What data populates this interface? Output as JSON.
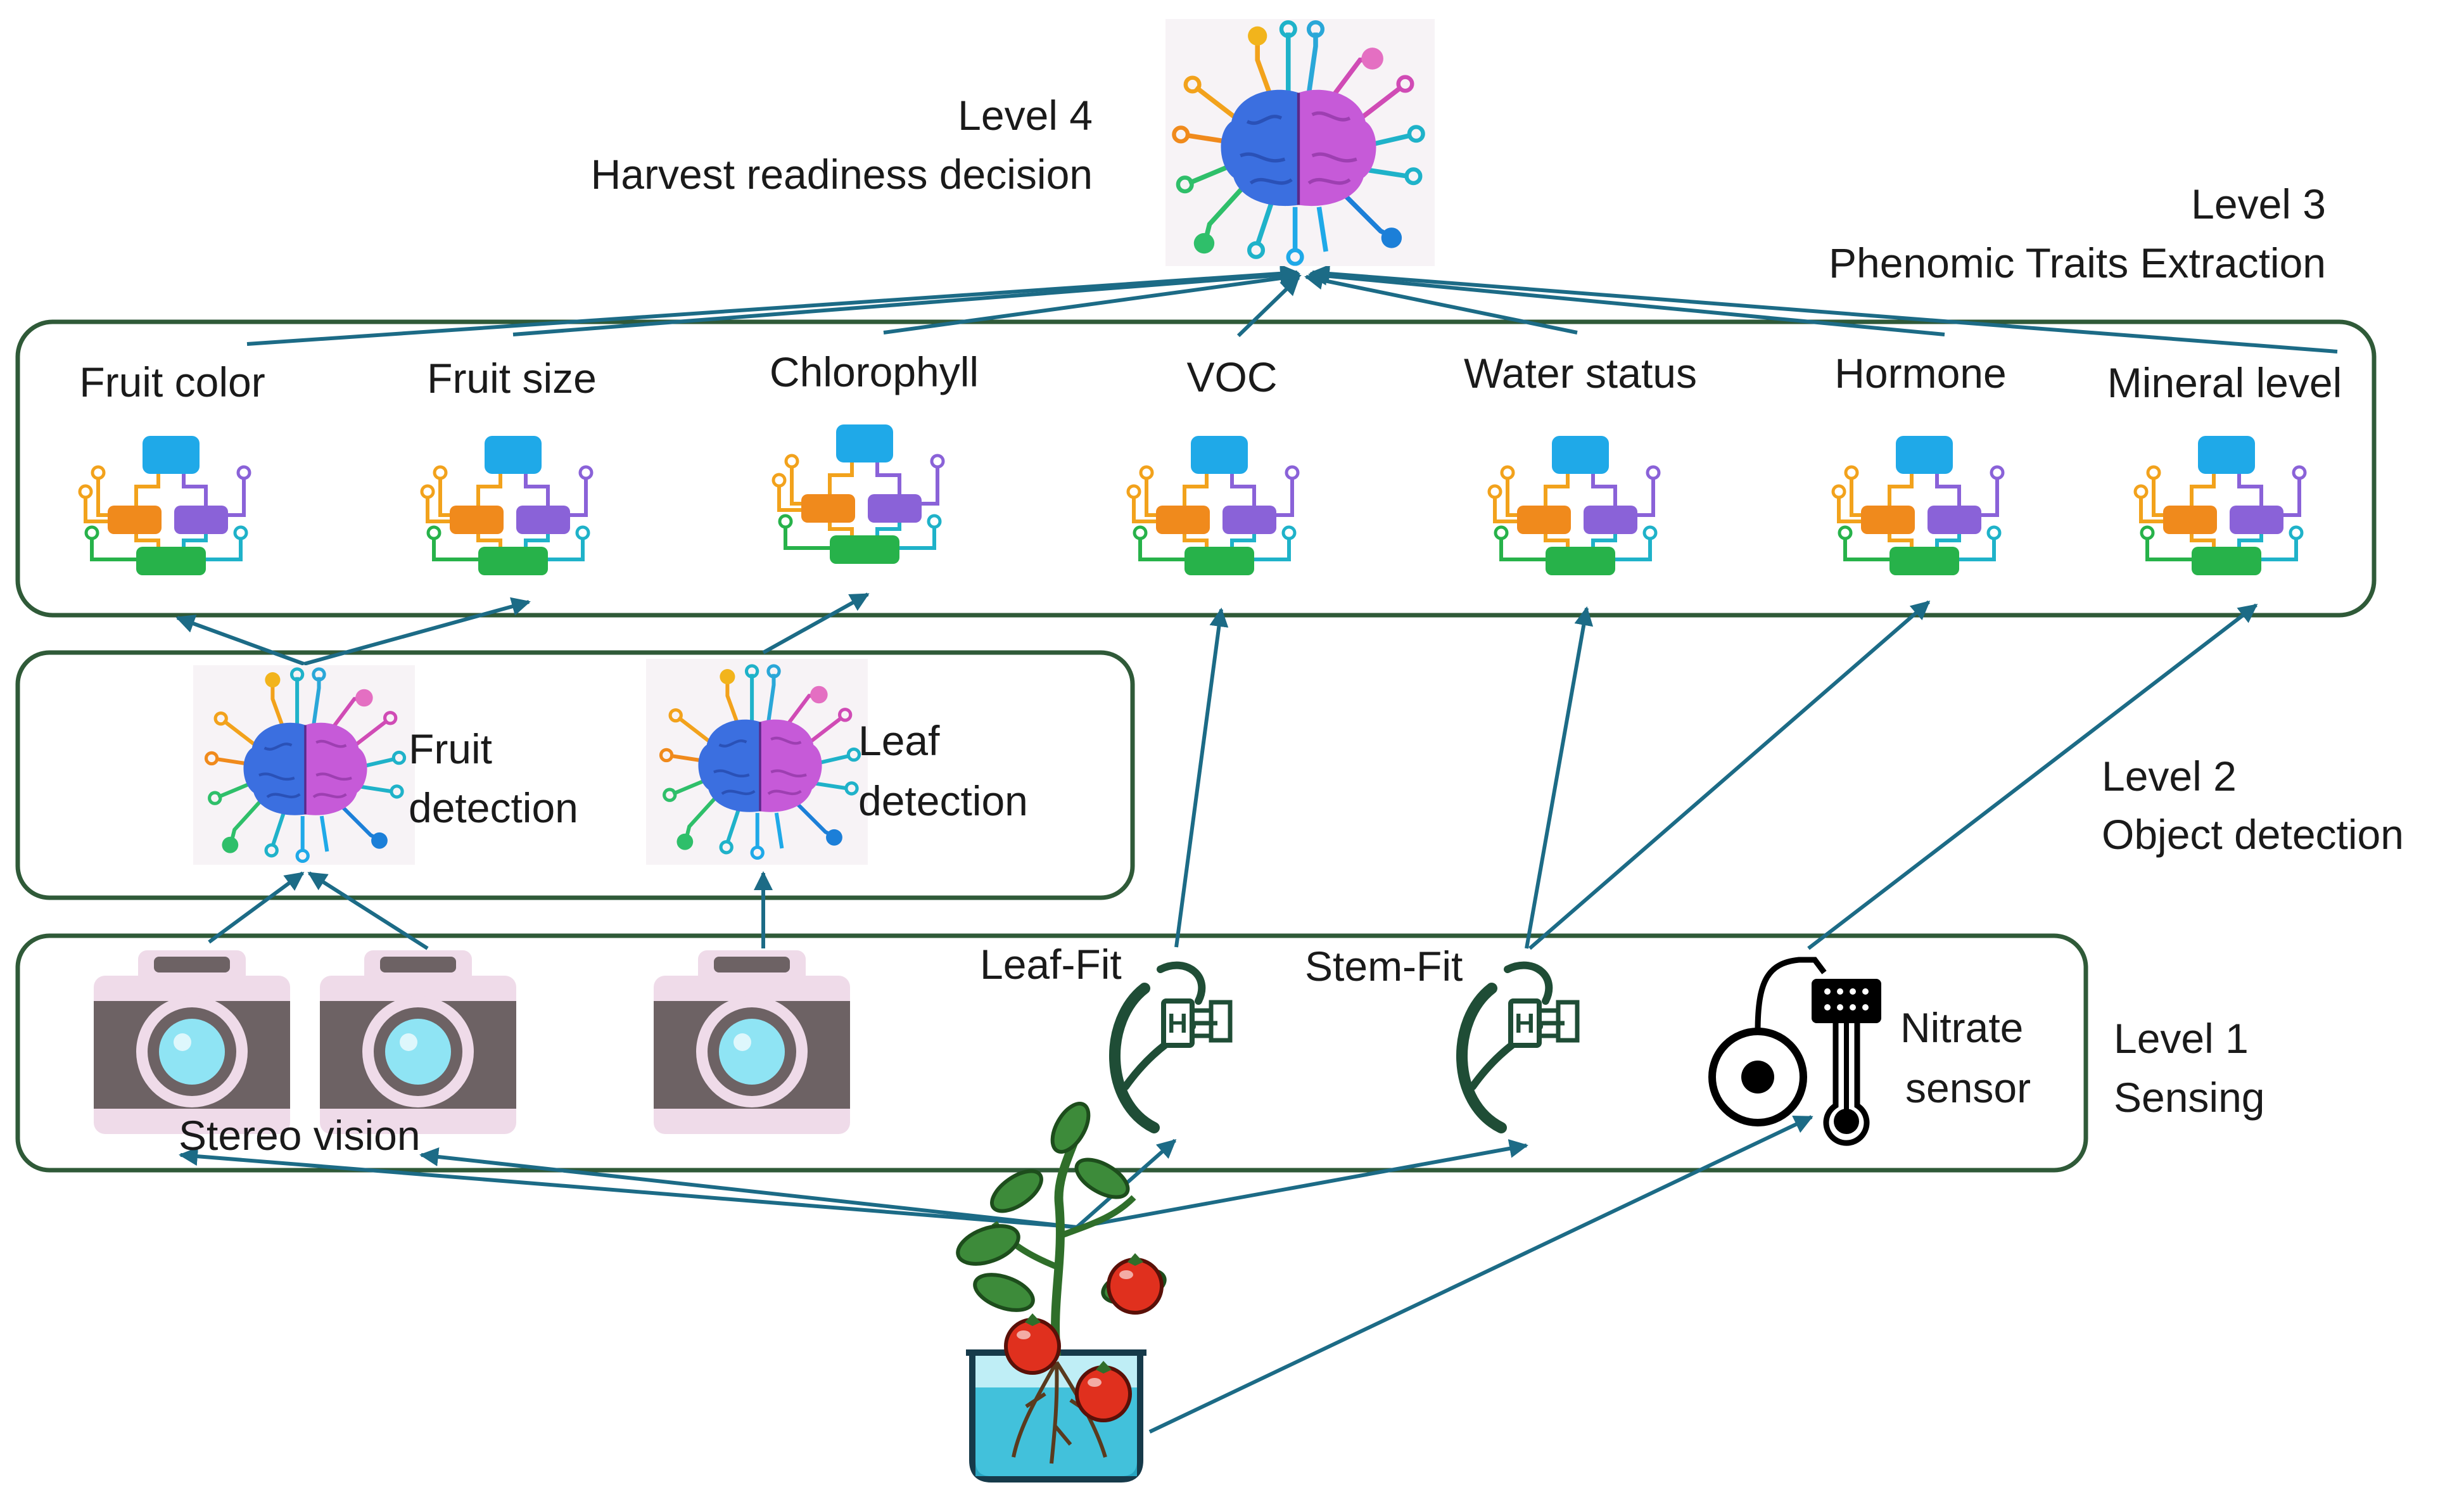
{
  "levels": {
    "l4": {
      "level": "Level 4",
      "title": "Harvest readiness decision"
    },
    "l3": {
      "level": "Level 3",
      "title": "Phenomic Traits Extraction"
    },
    "l2": {
      "level": "Level 2",
      "title": "Object detection"
    },
    "l1": {
      "level": "Level 1",
      "title": "Sensing"
    }
  },
  "traits": [
    "Fruit color",
    "Fruit size",
    "Chlorophyll",
    "VOC",
    "Water status",
    "Hormone",
    "Mineral level"
  ],
  "detectors": {
    "fruit": [
      "Fruit",
      "detection"
    ],
    "leaf": [
      "Leaf",
      "detection"
    ]
  },
  "sensors": {
    "stereo": "Stereo vision",
    "leaf_fit": "Leaf-Fit",
    "stem_fit": "Stem-Fit",
    "nitrate": [
      "Nitrate",
      "sensor"
    ]
  },
  "colors": {
    "arrow": "#1c6b86",
    "panel_border": "#2f5a38",
    "brain_left": "#3b6fe0",
    "brain_right": "#c65ad8",
    "chip_blue": "#1fa9e8",
    "chip_orange": "#f08a1c",
    "chip_purple": "#8a62d8",
    "chip_green": "#27b24a",
    "camera_body": "#6d6264",
    "camera_lens": "#8fe4f4",
    "sensor_green": "#1f4d36",
    "tomato": "#e0301e"
  }
}
